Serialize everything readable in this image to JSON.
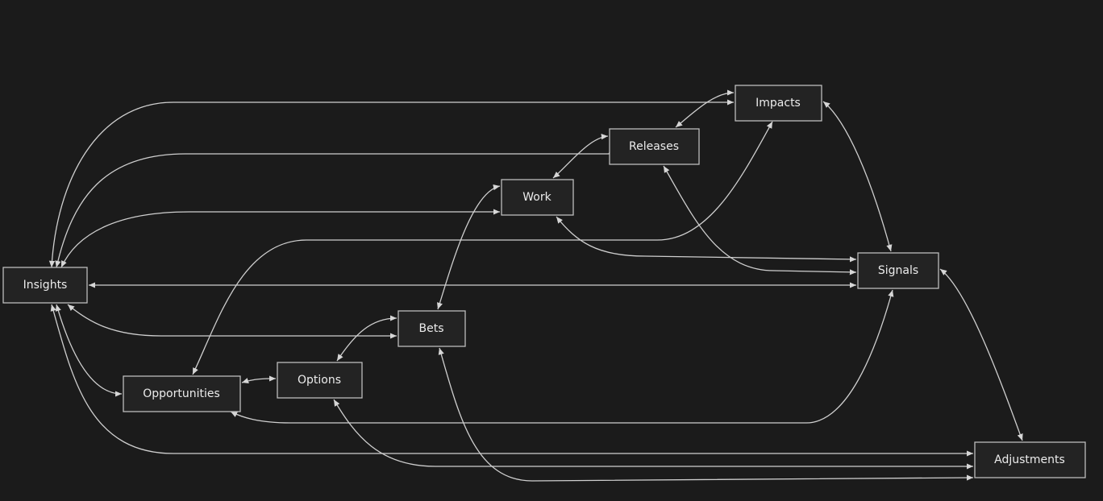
{
  "diagram": {
    "nodes": [
      {
        "id": "insights",
        "label": "Insights"
      },
      {
        "id": "opportunities",
        "label": "Opportunities"
      },
      {
        "id": "options",
        "label": "Options"
      },
      {
        "id": "bets",
        "label": "Bets"
      },
      {
        "id": "work",
        "label": "Work"
      },
      {
        "id": "releases",
        "label": "Releases"
      },
      {
        "id": "impacts",
        "label": "Impacts"
      },
      {
        "id": "signals",
        "label": "Signals"
      },
      {
        "id": "adjustments",
        "label": "Adjustments"
      }
    ],
    "edges": [
      {
        "from": "insights",
        "to": "impacts",
        "direction": "both"
      },
      {
        "from": "insights",
        "to": "releases",
        "direction": "both"
      },
      {
        "from": "insights",
        "to": "work",
        "direction": "both"
      },
      {
        "from": "insights",
        "to": "signals",
        "direction": "both"
      },
      {
        "from": "insights",
        "to": "bets",
        "direction": "both"
      },
      {
        "from": "insights",
        "to": "opportunities",
        "direction": "both"
      },
      {
        "from": "insights",
        "to": "adjustments",
        "direction": "both"
      },
      {
        "from": "opportunities",
        "to": "options",
        "direction": "both"
      },
      {
        "from": "opportunities",
        "to": "impacts",
        "direction": "both"
      },
      {
        "from": "opportunities",
        "to": "signals",
        "direction": "both"
      },
      {
        "from": "options",
        "to": "bets",
        "direction": "both"
      },
      {
        "from": "options",
        "to": "adjustments",
        "direction": "both"
      },
      {
        "from": "bets",
        "to": "work",
        "direction": "both"
      },
      {
        "from": "bets",
        "to": "adjustments",
        "direction": "both"
      },
      {
        "from": "work",
        "to": "releases",
        "direction": "both"
      },
      {
        "from": "work",
        "to": "signals",
        "direction": "both"
      },
      {
        "from": "releases",
        "to": "impacts",
        "direction": "both"
      },
      {
        "from": "releases",
        "to": "signals",
        "direction": "both"
      },
      {
        "from": "impacts",
        "to": "signals",
        "direction": "both"
      },
      {
        "from": "signals",
        "to": "adjustments",
        "direction": "both"
      }
    ]
  },
  "colors": {
    "background": "#1b1b1b",
    "node_fill": "#232323",
    "node_stroke": "#bdbdbd",
    "edge": "#cfcfcf",
    "text": "#ececec"
  }
}
